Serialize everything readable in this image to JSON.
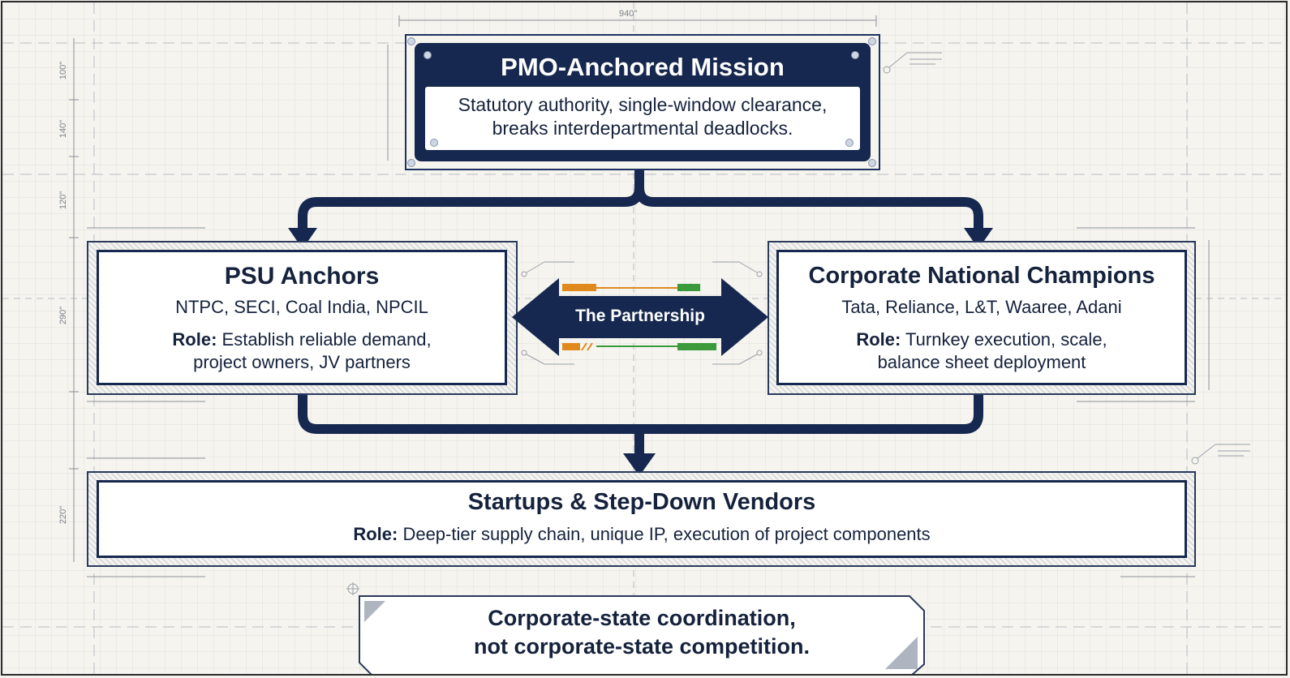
{
  "dimension_top": "940\"",
  "dimension_left": [
    "100\"",
    "140\"",
    "120\"",
    "290\"",
    "220\""
  ],
  "mission": {
    "title": "PMO-Anchored Mission",
    "line1": "Statutory authority, single-window clearance,",
    "line2": "breaks interdepartmental deadlocks."
  },
  "psu": {
    "title": "PSU Anchors",
    "members": "NTPC, SECI, Coal India, NPCIL",
    "role_label": "Role:",
    "role_line1": " Establish reliable demand,",
    "role_line2": "project owners, JV partners"
  },
  "partnership": {
    "label": "The Partnership"
  },
  "corporate": {
    "title": "Corporate National Champions",
    "members": "Tata, Reliance, L&T, Waaree, Adani",
    "role_label": "Role:",
    "role_line1": " Turnkey execution, scale,",
    "role_line2": "balance sheet deployment"
  },
  "startups": {
    "title": "Startups & Step-Down Vendors",
    "role_label": "Role:",
    "role_text": " Deep-tier supply chain, unique IP, execution of project components"
  },
  "callout": {
    "line1": "Corporate-state coordination,",
    "line2": "not corporate-state competition."
  },
  "colors": {
    "navy": "#16284f",
    "orange": "#e08a1e",
    "green": "#3a9a3c"
  }
}
